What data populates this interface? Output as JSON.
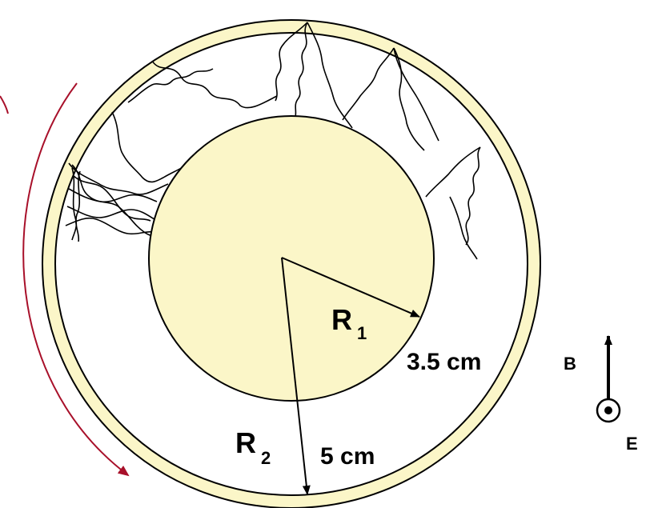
{
  "labels": {
    "r1_letter": "R",
    "r1_sub": "1",
    "r1_value": "3.5 cm",
    "r2_letter": "R",
    "r2_sub": "2",
    "r2_value": "5 cm",
    "b_field": "B",
    "e_field": "E"
  },
  "colors": {
    "ring_fill": "#fbf6c8",
    "stroke": "#000000",
    "rotation_arrow": "#a8102a"
  }
}
